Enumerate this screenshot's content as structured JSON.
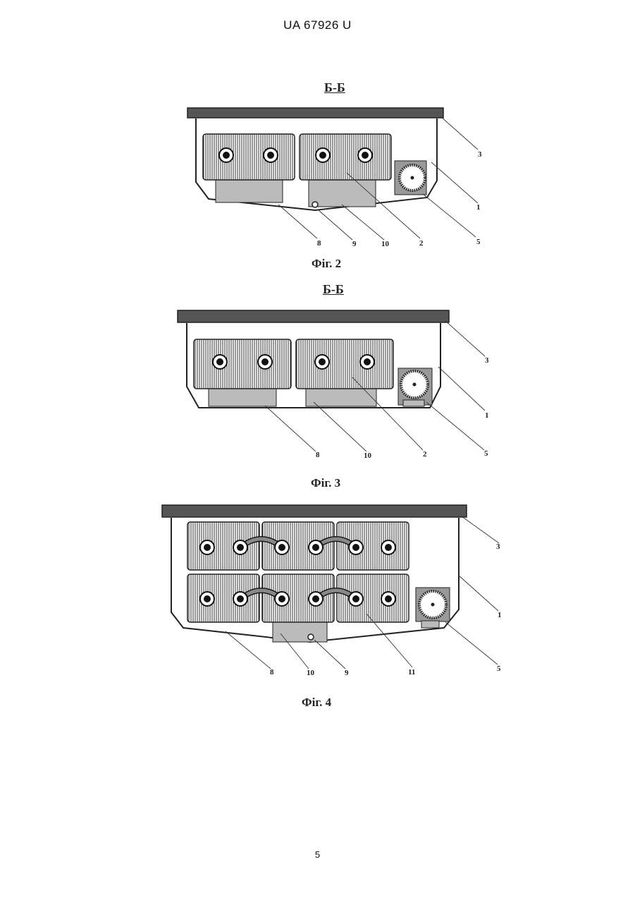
{
  "header": {
    "doc_id": "UA   67926   U"
  },
  "figures": [
    {
      "section": "Б-Б",
      "caption": "Фіг. 2",
      "labels": {
        "tabletop": "3",
        "body": "1",
        "fan": "5",
        "bottom_left": "8",
        "drain": "9",
        "tray": "10",
        "exchanger": "2"
      }
    },
    {
      "section": "Б-Б",
      "caption": "Фіг. 3",
      "labels": {
        "tabletop": "3",
        "body": "1",
        "fan": "5",
        "bottom_left": "8",
        "tray": "10",
        "exchanger": "2"
      }
    },
    {
      "caption": "Фіг. 4",
      "labels": {
        "tabletop": "3",
        "body": "1",
        "fan": "5",
        "bottom_left": "8",
        "tray": "10",
        "drain": "9",
        "exchanger": "11"
      }
    }
  ],
  "page_number": "5"
}
